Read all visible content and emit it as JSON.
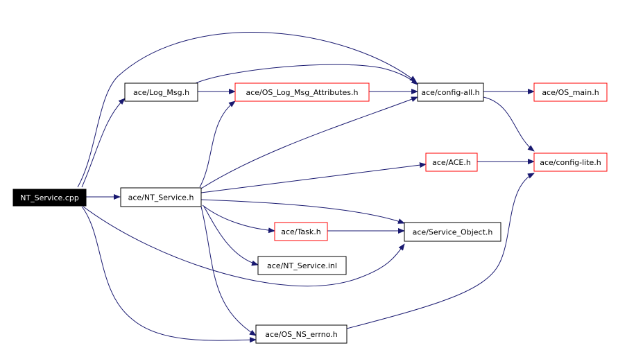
{
  "colors": {
    "edge": "#191970",
    "border_ok": "#000000",
    "border_missing": "#ff0000",
    "root_fill": "#000000",
    "root_text": "#ffffff",
    "node_fill": "#ffffff",
    "node_text": "#000000"
  },
  "nodes": [
    {
      "id": "nt_service_cpp",
      "label": "NT_Service.cpp",
      "style": "root"
    },
    {
      "id": "log_msg_h",
      "label": "ace/Log_Msg.h",
      "style": "ok"
    },
    {
      "id": "os_log_msg_attr_h",
      "label": "ace/OS_Log_Msg_Attributes.h",
      "style": "missing"
    },
    {
      "id": "config_all_h",
      "label": "ace/config-all.h",
      "style": "ok"
    },
    {
      "id": "os_main_h",
      "label": "ace/OS_main.h",
      "style": "missing"
    },
    {
      "id": "nt_service_h",
      "label": "ace/NT_Service.h",
      "style": "ok"
    },
    {
      "id": "ace_h",
      "label": "ace/ACE.h",
      "style": "missing"
    },
    {
      "id": "config_lite_h",
      "label": "ace/config-lite.h",
      "style": "missing"
    },
    {
      "id": "task_h",
      "label": "ace/Task.h",
      "style": "missing"
    },
    {
      "id": "service_object_h",
      "label": "ace/Service_Object.h",
      "style": "ok"
    },
    {
      "id": "nt_service_inl",
      "label": "ace/NT_Service.inl",
      "style": "ok"
    },
    {
      "id": "os_ns_errno_h",
      "label": "ace/OS_NS_errno.h",
      "style": "ok"
    }
  ],
  "edges": [
    {
      "from": "nt_service_cpp",
      "to": "config_all_h"
    },
    {
      "from": "nt_service_cpp",
      "to": "log_msg_h"
    },
    {
      "from": "nt_service_cpp",
      "to": "nt_service_h"
    },
    {
      "from": "nt_service_cpp",
      "to": "service_object_h"
    },
    {
      "from": "nt_service_cpp",
      "to": "os_ns_errno_h"
    },
    {
      "from": "log_msg_h",
      "to": "os_log_msg_attr_h"
    },
    {
      "from": "log_msg_h",
      "to": "config_all_h"
    },
    {
      "from": "os_log_msg_attr_h",
      "to": "config_all_h"
    },
    {
      "from": "config_all_h",
      "to": "os_main_h"
    },
    {
      "from": "config_all_h",
      "to": "config_lite_h"
    },
    {
      "from": "nt_service_h",
      "to": "os_log_msg_attr_h"
    },
    {
      "from": "nt_service_h",
      "to": "config_all_h"
    },
    {
      "from": "nt_service_h",
      "to": "ace_h"
    },
    {
      "from": "nt_service_h",
      "to": "service_object_h"
    },
    {
      "from": "nt_service_h",
      "to": "task_h"
    },
    {
      "from": "nt_service_h",
      "to": "nt_service_inl"
    },
    {
      "from": "nt_service_h",
      "to": "os_ns_errno_h"
    },
    {
      "from": "ace_h",
      "to": "config_lite_h"
    },
    {
      "from": "task_h",
      "to": "service_object_h"
    },
    {
      "from": "os_ns_errno_h",
      "to": "config_lite_h"
    }
  ]
}
